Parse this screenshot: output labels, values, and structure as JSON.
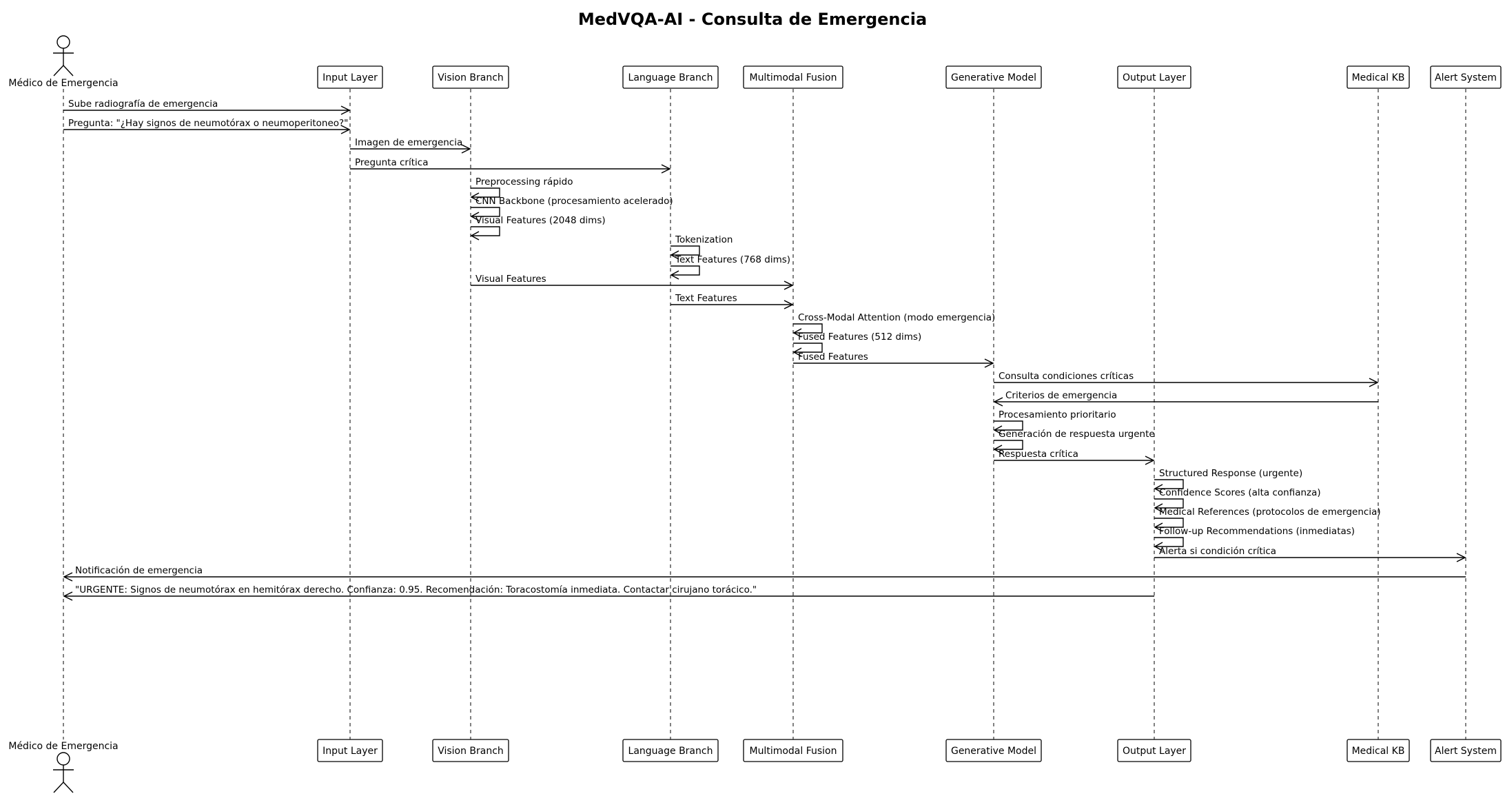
{
  "title": "MedVQA-AI - Consulta de Emergencia",
  "actor": {
    "id": "med",
    "label": "Médico de Emergencia"
  },
  "participants": [
    {
      "id": "input",
      "label": "Input Layer"
    },
    {
      "id": "vision",
      "label": "Vision Branch"
    },
    {
      "id": "lang",
      "label": "Language Branch"
    },
    {
      "id": "fusion",
      "label": "Multimodal Fusion"
    },
    {
      "id": "gen",
      "label": "Generative Model"
    },
    {
      "id": "out",
      "label": "Output Layer"
    },
    {
      "id": "kb",
      "label": "Medical KB"
    },
    {
      "id": "alert",
      "label": "Alert System"
    }
  ],
  "messages": [
    {
      "from": "med",
      "to": "input",
      "text": "Sube radiografía de emergencia"
    },
    {
      "from": "med",
      "to": "input",
      "text": "Pregunta: \"¿Hay signos de neumotórax o neumoperitoneo?\""
    },
    {
      "from": "input",
      "to": "vision",
      "text": "Imagen de emergencia"
    },
    {
      "from": "input",
      "to": "lang",
      "text": "Pregunta crítica"
    },
    {
      "from": "vision",
      "to": "vision",
      "text": "Preprocessing rápido"
    },
    {
      "from": "vision",
      "to": "vision",
      "text": "CNN Backbone (procesamiento acelerado)"
    },
    {
      "from": "vision",
      "to": "vision",
      "text": "Visual Features (2048 dims)"
    },
    {
      "from": "lang",
      "to": "lang",
      "text": "Tokenization"
    },
    {
      "from": "lang",
      "to": "lang",
      "text": "Text Features (768 dims)"
    },
    {
      "from": "vision",
      "to": "fusion",
      "text": "Visual Features"
    },
    {
      "from": "lang",
      "to": "fusion",
      "text": "Text Features"
    },
    {
      "from": "fusion",
      "to": "fusion",
      "text": "Cross-Modal Attention (modo emergencia)"
    },
    {
      "from": "fusion",
      "to": "fusion",
      "text": "Fused Features (512 dims)"
    },
    {
      "from": "fusion",
      "to": "gen",
      "text": "Fused Features"
    },
    {
      "from": "gen",
      "to": "kb",
      "text": "Consulta condiciones críticas"
    },
    {
      "from": "kb",
      "to": "gen",
      "text": "Criterios de emergencia"
    },
    {
      "from": "gen",
      "to": "gen",
      "text": "Procesamiento prioritario"
    },
    {
      "from": "gen",
      "to": "gen",
      "text": "Generación de respuesta urgente"
    },
    {
      "from": "gen",
      "to": "out",
      "text": "Respuesta crítica"
    },
    {
      "from": "out",
      "to": "out",
      "text": "Structured Response (urgente)"
    },
    {
      "from": "out",
      "to": "out",
      "text": "Confidence Scores (alta confianza)"
    },
    {
      "from": "out",
      "to": "out",
      "text": "Medical References (protocolos de emergencia)"
    },
    {
      "from": "out",
      "to": "out",
      "text": "Follow-up Recommendations (inmediatas)"
    },
    {
      "from": "out",
      "to": "alert",
      "text": "Alerta si condición crítica"
    },
    {
      "from": "alert",
      "to": "med",
      "text": "Notificación de emergencia"
    },
    {
      "from": "out",
      "to": "med",
      "text": "\"URGENTE: Signos de neumotórax en hemitórax derecho. Confianza: 0.95. Recomendación: Toracostomía inmediata. Contactar cirujano torácico.\""
    }
  ]
}
